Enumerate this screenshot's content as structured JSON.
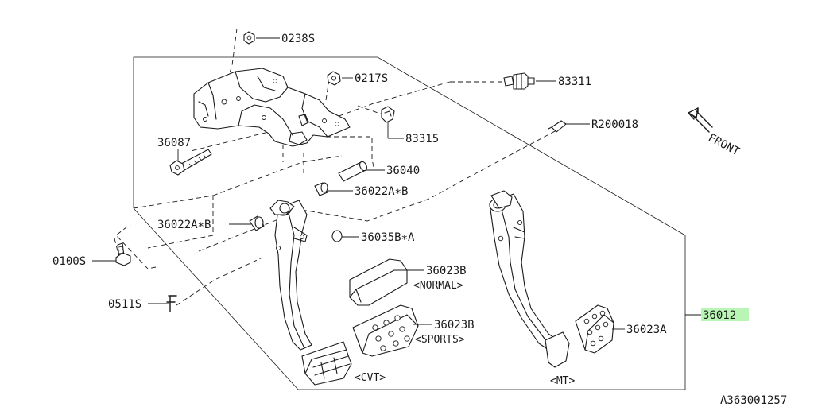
{
  "diagram": {
    "figure_code": "A363001257",
    "direction_label": "FRONT",
    "highlight_color": "#b9f5b4",
    "line_color": "#1a1a1a"
  },
  "callouts": {
    "p0238s": "0238S",
    "p0217s": "0217S",
    "p83311": "83311",
    "p83315": "83315",
    "pR200018": "R200018",
    "p36087": "36087",
    "p36040": "36040",
    "p36022a_b_upper": "36022A∗B",
    "p36022a_b_lower": "36022A∗B",
    "p36035b_a": "36035B∗A",
    "p0100s": "0100S",
    "p0511s": "0511S",
    "p36023b_normal": "36023B",
    "p36023b_sports": "36023B",
    "p36023a": "36023A",
    "p36012": "36012"
  },
  "variants": {
    "normal": "<NORMAL>",
    "sports": "<SPORTS>",
    "cvt": "<CVT>",
    "mt": "<MT>"
  }
}
